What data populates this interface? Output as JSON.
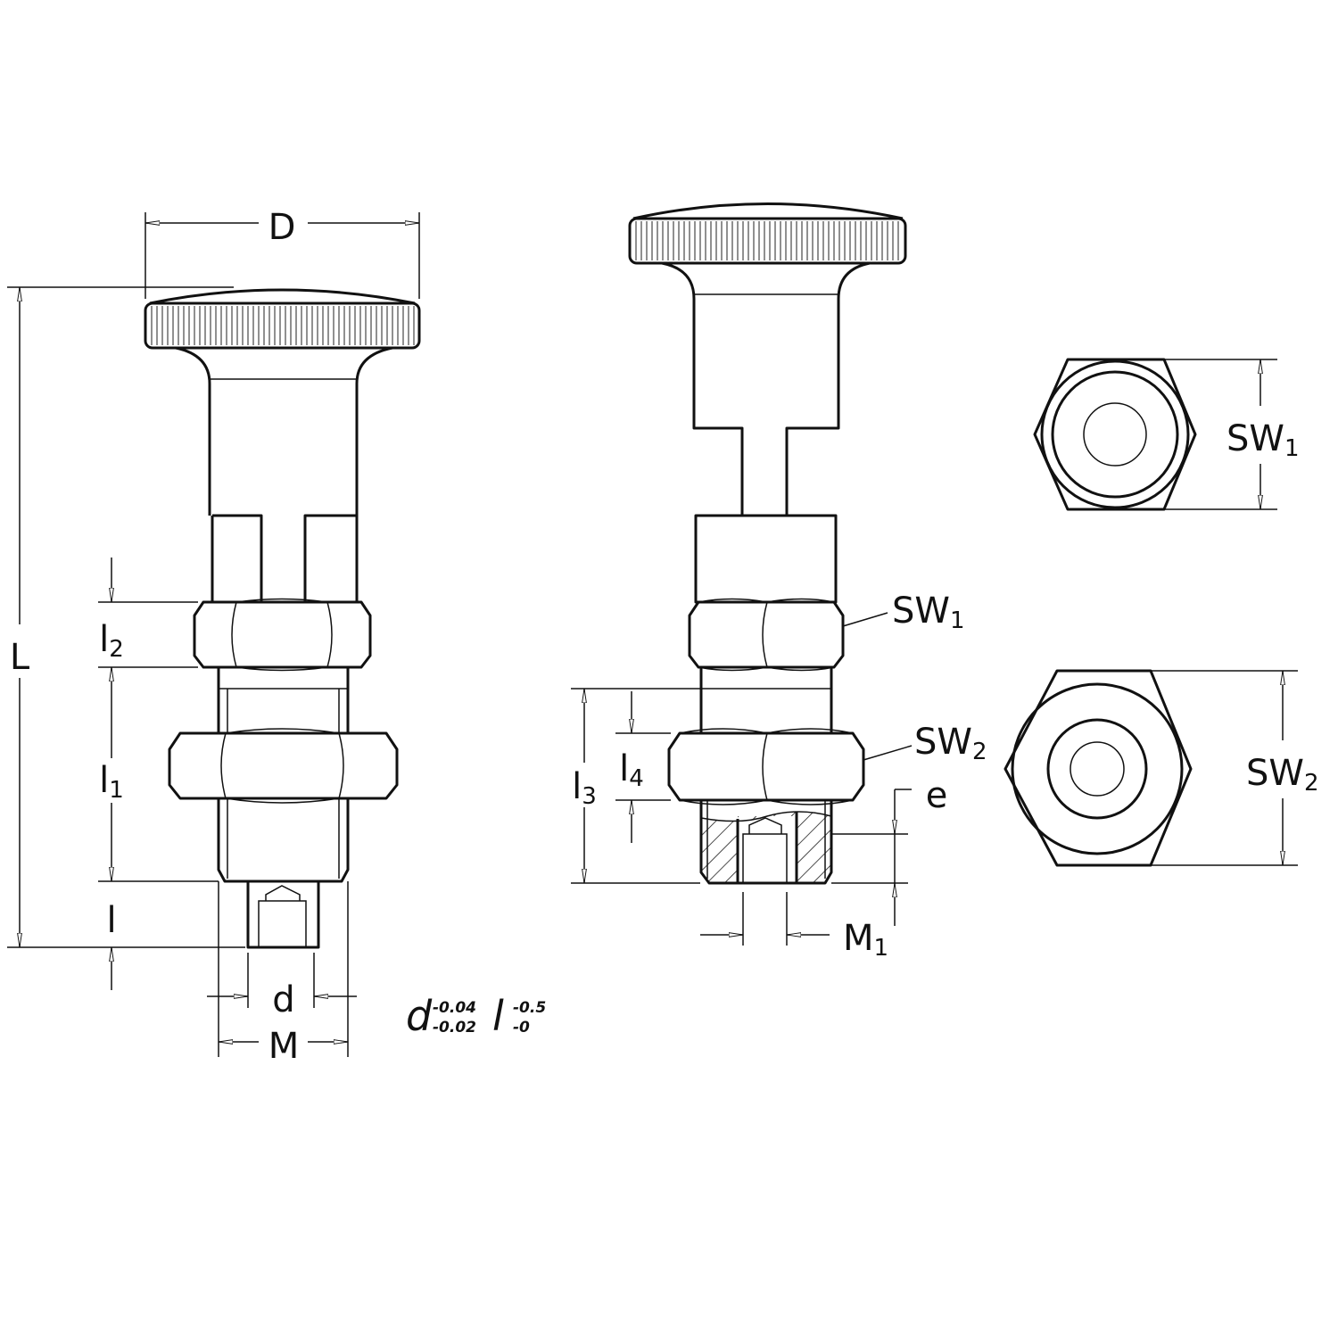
{
  "title": "Indexing plunger technical drawing",
  "labels": {
    "D": "D",
    "L": "L",
    "l2": {
      "main": "l",
      "sub": "2"
    },
    "l1": {
      "main": "l",
      "sub": "1"
    },
    "l": "l",
    "d": "d",
    "M": "M",
    "SW1_side": {
      "main": "SW",
      "sub": "1"
    },
    "SW2_side": {
      "main": "SW",
      "sub": "2"
    },
    "l3": {
      "main": "l",
      "sub": "3"
    },
    "l4": {
      "main": "l",
      "sub": "4"
    },
    "e": "e",
    "M1": {
      "main": "M",
      "sub": "1"
    },
    "SW1_top": {
      "main": "SW",
      "sub": "1"
    },
    "SW2_top": {
      "main": "SW",
      "sub": "2"
    }
  },
  "tolerances": {
    "d": {
      "symbol": "d",
      "upper": "-0.04",
      "lower": "-0.02"
    },
    "l": {
      "symbol": "l",
      "upper": "-0.5",
      "lower": "-0"
    }
  }
}
